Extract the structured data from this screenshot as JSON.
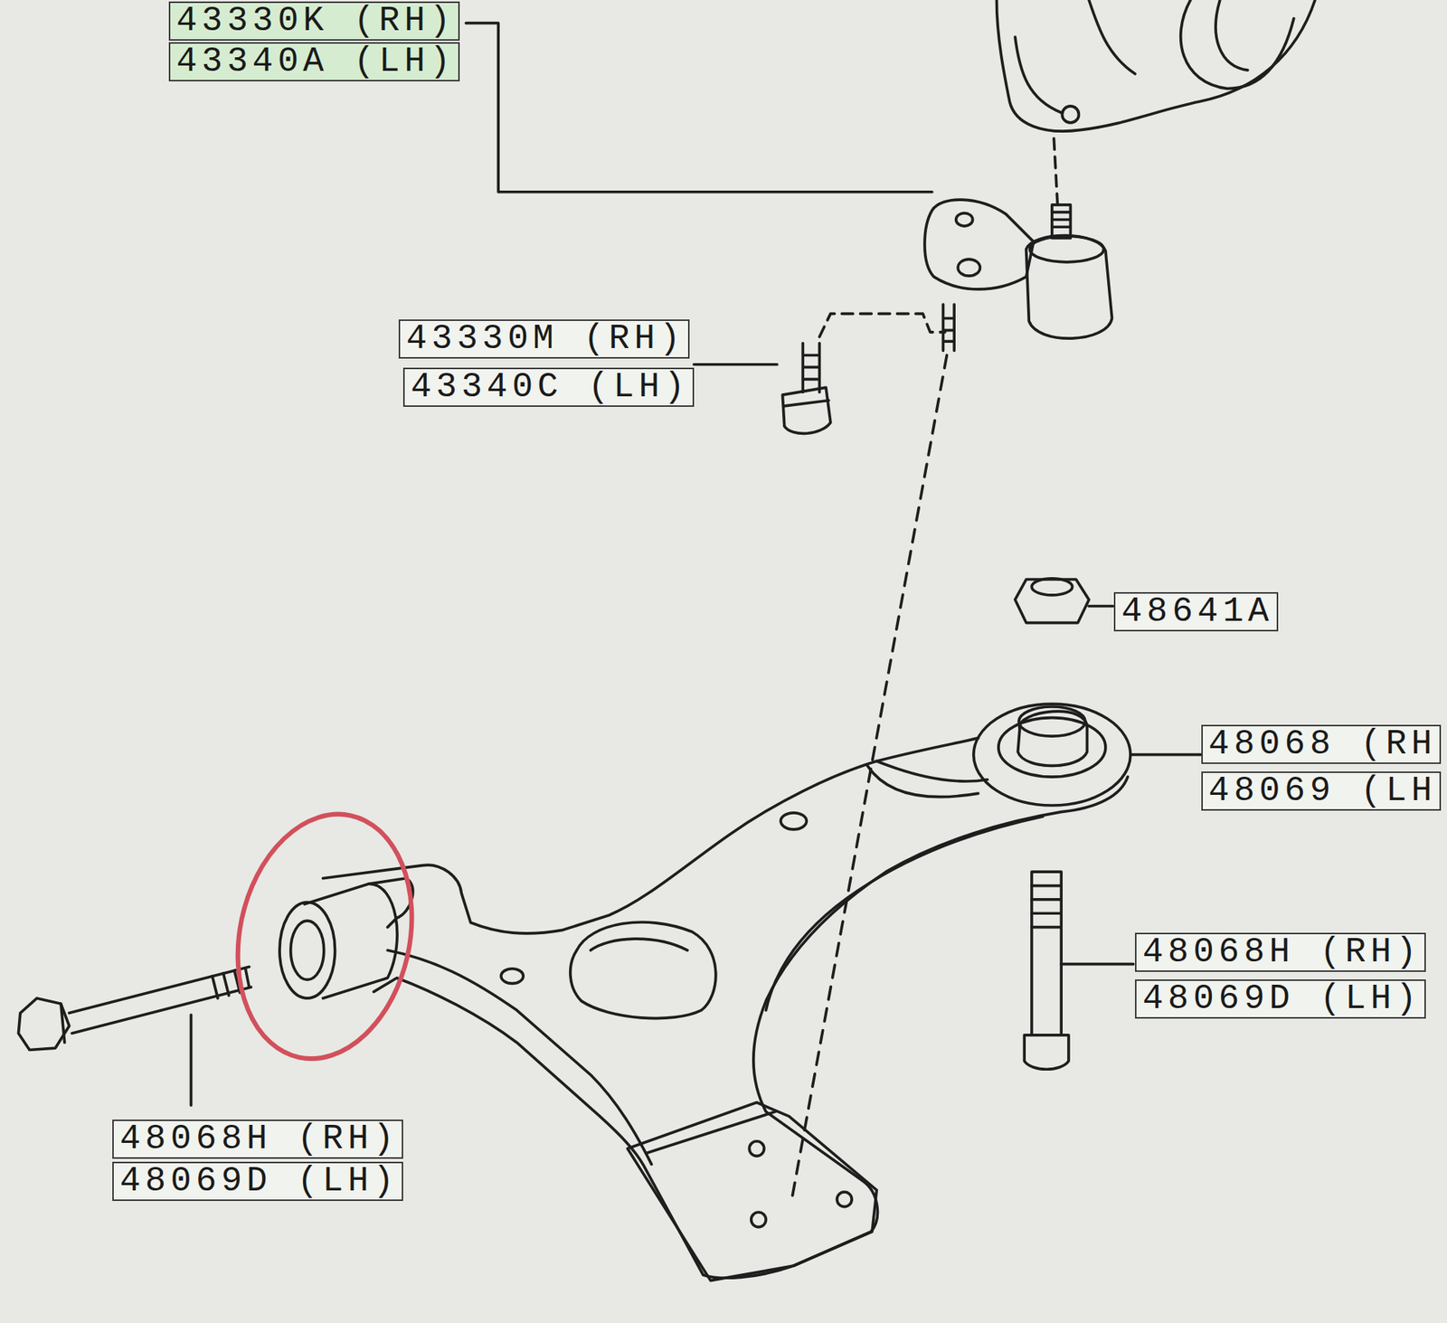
{
  "diagram": {
    "labels": [
      "43330K (RH)",
      "43340A (LH)",
      "43330M (RH)",
      "43340C (LH)",
      "48641A",
      "48068 (RH",
      "48069 (LH",
      "48068H (RH)",
      "48069D (LH)",
      "48068H (RH)",
      "48069D (LH)"
    ]
  }
}
